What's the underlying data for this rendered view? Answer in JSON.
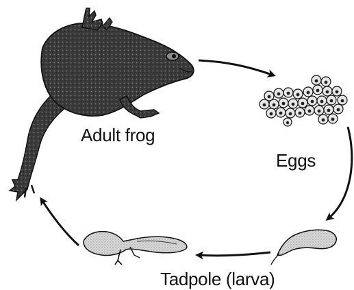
{
  "diagram": {
    "stages": {
      "adult": {
        "label": "Adult frog",
        "icon": "adult-frog-icon"
      },
      "eggs": {
        "label": "Eggs",
        "icon": "frog-eggs-icon"
      },
      "tadpole": {
        "label": "Tadpole (larva)",
        "icon": "tadpole-icon"
      }
    },
    "colors": {
      "ink": "#111111",
      "frog_body": "#3a3a3a",
      "egg_fill": "#e6e6e6",
      "tadpole_fill": "#cfcfcf"
    }
  }
}
